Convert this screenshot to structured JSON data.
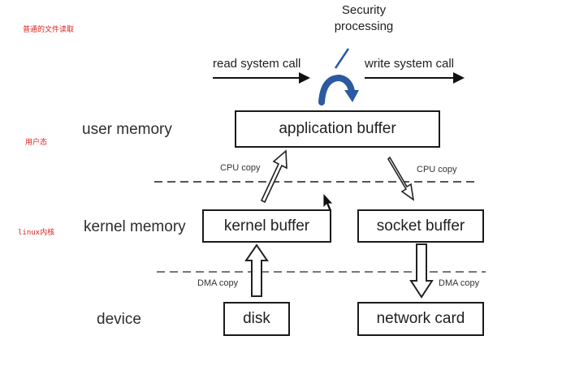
{
  "notes": {
    "normal_file_read": "普通的文件读取",
    "user_mode": "用户态",
    "linux_kernel": "linux内核"
  },
  "security": {
    "line1": "Security",
    "line2": "processing"
  },
  "calls": {
    "read": "read system call",
    "write": "write system call"
  },
  "layers": {
    "user": "user memory",
    "kernel": "kernel memory",
    "device": "device"
  },
  "boxes": {
    "application_buffer": "application buffer",
    "kernel_buffer": "kernel buffer",
    "socket_buffer": "socket buffer",
    "disk": "disk",
    "network_card": "network card"
  },
  "copies": {
    "cpu_left": "CPU copy",
    "cpu_right": "CPU copy",
    "dma_left": "DMA copy",
    "dma_right": "DMA copy"
  },
  "colors": {
    "curve_arrow": "#2b5aa0",
    "annotation": "#e02020"
  }
}
